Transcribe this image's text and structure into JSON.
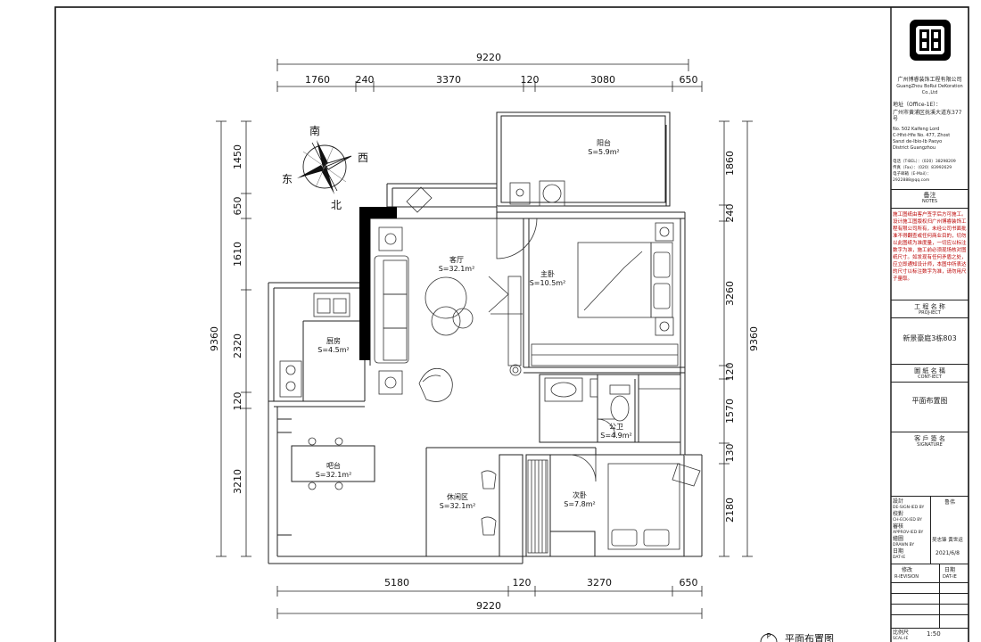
{
  "dimensions": {
    "top_total": "9220",
    "top_segments": [
      "1760",
      "240",
      "3370",
      "120",
      "3080",
      "650"
    ],
    "bottom_total": "9220",
    "bottom_segments": [
      "5180",
      "120",
      "3270",
      "650"
    ],
    "left_total": "9360",
    "left_segments": [
      "1450",
      "650",
      "1610",
      "2320",
      "120",
      "3210"
    ],
    "right_total": "9360",
    "right_segments": [
      "1860",
      "240",
      "3260",
      "120",
      "1570",
      "130",
      "2180"
    ]
  },
  "compass": {
    "north": "北",
    "south": "南",
    "east": "东",
    "west": "西"
  },
  "rooms": {
    "balcony": {
      "name": "阳台",
      "area": "S=5.9m²"
    },
    "living": {
      "name": "客厅",
      "area": "S=32.1m²"
    },
    "master": {
      "name": "主卧",
      "area": "S=10.5m²"
    },
    "kitchen": {
      "name": "厨房",
      "area": "S=4.5m²"
    },
    "bar": {
      "name": "吧台",
      "area": "S=32.1m²"
    },
    "leisure": {
      "name": "休闲区",
      "area": "S=32.1m²"
    },
    "bath": {
      "name": "公卫",
      "area": "S=4.9m²"
    },
    "second": {
      "name": "次卧",
      "area": "S=7.8m²"
    }
  },
  "titleblock": {
    "company_cn": "广州博睿装饰工程有限公司",
    "company_en": "GuangZhou BoRui DeKoration Co.,Ltd",
    "address_label": "地址（Office-1E）：",
    "address_cn": "广州市黄浦区抚溪大道东377号",
    "address_en": [
      "No. 502 Kaifeng Lord",
      "C-Hfst-Hfe No. 477, Zhost",
      "Sanzi de-Ibio-Ib Paoyo",
      "District Guangzhou"
    ],
    "phones": [
      "电话（T-BEL）：（020）38298209",
      "传真（Fax）：（020）83992629",
      "电子邮箱（E-Mail）：2922888@qq.com"
    ],
    "notes_label": "备注",
    "notes_sub": "NOTES",
    "notes_text": "施工图纸由客户签字后方可施工。设计施工图版权归广州博睿装饰工程有限公司所有，未经公司书面批准不得翻查或任何商业目的，切勿以此图纸为准度量，一切应以标注数字为准，施工前必须现场核对图纸尺寸。如发现有任何矛盾之处，应立即通知设计师，本图中所表达的尺寸以标注数字为准，请勿用尺子量取。",
    "project_label": "工 程 名 称",
    "project_sub": "PROJ-IECT",
    "project_name": "新景豪庭3栋803",
    "drawing_label": "圖 紙 名 稱",
    "drawing_sub": "CONT-IECT",
    "drawing_name": "平面布置图",
    "client_label": "客 戶 簽 名",
    "client_sub": "SIGNATURE",
    "design_label": "設計",
    "design_sub": "DE-SIGN-IED BY",
    "design_value": "鲁伟",
    "check_label": "校對",
    "check_sub": "CH-ECK-IED BY",
    "approve_label": "審核",
    "approve_sub": "APPROV-IED BY",
    "drawn_label": "繪圖",
    "drawn_sub": "DRAWN BY",
    "drawn_value": "吴志锋 黄世运",
    "date_label": "日期",
    "date_sub": "DAT-IE",
    "date_value": "2021/6/8",
    "revision_label": "修改",
    "revision_sub": "R-IEVISION",
    "revision_date_label": "日期",
    "revision_date_sub": "DAT-IE",
    "scale_label": "比例尺",
    "scale_sub": "SCAL-IE",
    "scale_value": "1:50"
  },
  "caption": {
    "symbol": "P",
    "title": "平面布置图"
  }
}
